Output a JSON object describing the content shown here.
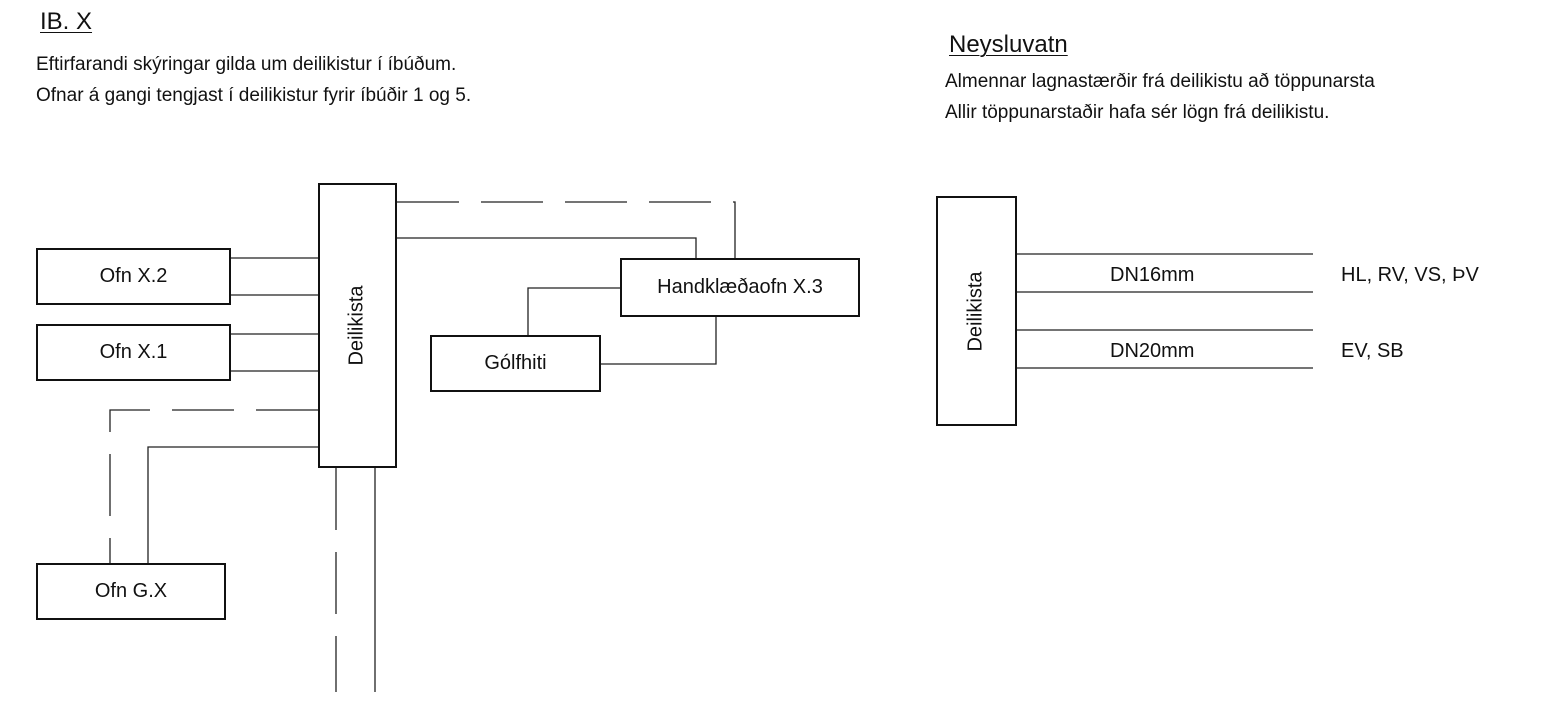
{
  "left_section": {
    "title": "IB. X",
    "line1": "Eftirfarandi skýringar gilda um deilikistur í íbúðum.",
    "line2": "Ofnar á gangi tengjast í deilikistur fyrir íbúðir 1 og 5."
  },
  "right_section": {
    "title": "Neysluvatn",
    "line1": "Almennar lagnastærðir frá deilikistu að töppunarsta",
    "line2": "Allir töppunarstaðir hafa sér lögn frá deilikistu."
  },
  "heating_diagram": {
    "manifold": "Deilikista",
    "radiator_x2": "Ofn X.2",
    "radiator_x1": "Ofn X.1",
    "radiator_gx": "Ofn G.X",
    "towel_rail": "Handklæðaofn X.3",
    "floor_heating": "Gólfhiti"
  },
  "water_diagram": {
    "manifold": "Deilikista",
    "pipe1_size": "DN16mm",
    "pipe1_fixtures": "HL, RV, VS, ÞV",
    "pipe2_size": "DN20mm",
    "pipe2_fixtures": "EV, SB"
  }
}
